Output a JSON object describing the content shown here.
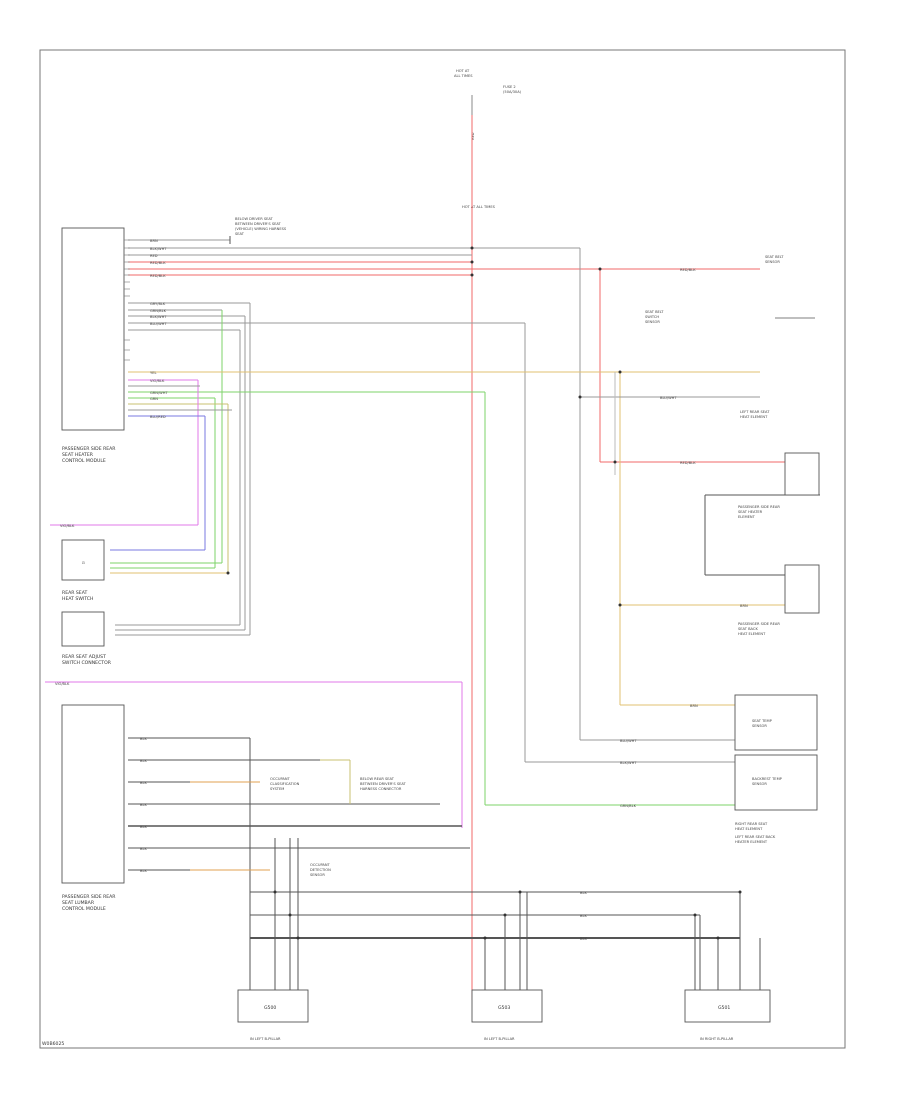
{
  "diagram": {
    "corner_code": "W0B6025",
    "feed": {
      "top_label": [
        "HOT AT",
        "ALL TIMES"
      ],
      "fuse_label": [
        "FUSE 2",
        "(50A/30A)"
      ],
      "wire_code": "RED",
      "mid_label": "HOT AT ALL TIMES"
    },
    "top_splice_note": [
      "BELOW DRIVER SEAT",
      "BETWEEN DRIVER'S SEAT",
      "(VEHICLE) WIRING HARNESS",
      "SEAT"
    ],
    "modules": {
      "passenger_seat_module": [
        "PASSENGER SIDE REAR",
        "SEAT HEATER",
        "CONTROL MODULE"
      ],
      "rear_seat_switch": [
        "REAR SEAT",
        "HEAT SWITCH"
      ],
      "rear_switch_adjust": [
        "REAR SEAT ADJUST",
        "SWITCH CONNECTOR"
      ],
      "driver_seat_module": [
        "PASSENGER SIDE REAR",
        "SEAT LUMBAR",
        "CONTROL MODULE"
      ],
      "right_sensor": [
        "SEAT BELT",
        "SENSOR"
      ],
      "seat_belt_switch": [
        "SEAT BELT",
        "SWITCH",
        "SENSOR"
      ],
      "left_rear_seat": [
        "LEFT REAR SEAT",
        "HEAT ELEMENT"
      ],
      "pass_rear_heat_1": [
        "PASSENGER SIDE REAR",
        "SEAT HEATER",
        "ELEMENT"
      ],
      "pass_rear_heat_2": [
        "PASSENGER SIDE REAR",
        "SEAT BACK",
        "HEAT ELEMENT"
      ],
      "seat_box_1": [
        "SEAT TEMP",
        "SENSOR"
      ],
      "seat_box_2": [
        "BACKREST TEMP",
        "SENSOR"
      ],
      "rear_module_note": [
        "RIGHT REAR SEAT",
        "HEAT ELEMENT",
        "LEFT REAR SEAT BACK",
        "HEATER ELEMENT"
      ],
      "seat_occ": [
        "OCCUPANT",
        "CLASSIFICATION",
        "SYSTEM"
      ],
      "seat_occ2": [
        "OCCUPANT",
        "DETECTION",
        "SENSOR"
      ],
      "below_seat_2": [
        "BELOW REAR SEAT",
        "BETWEEN DRIVER'S SEAT",
        "HARNESS CONNECTOR"
      ],
      "ground_1": "G500",
      "ground_2": "G503",
      "ground_3": "G501",
      "ground_1_note": "IN LEFT B-PILLAR",
      "ground_2_note": "IN LEFT B-PILLAR",
      "ground_3_note": "IN RIGHT B-PILLAR"
    },
    "wire_labels": {
      "brn": "BRN",
      "blk": "BLK",
      "red": "RED",
      "red_blk": "RED/BLK",
      "blu_wht": "BLU/WHT",
      "grn_blk": "GRN/BLK",
      "blk_wht": "BLK/WHT",
      "grn_wht": "GRN/WHT",
      "blu_red": "BLU/RED",
      "gry_blk": "GRY/BLK",
      "vio_blk": "VIO/BLK",
      "grn": "GRN",
      "yel": "YEL"
    }
  },
  "colors": {
    "red": "#f06a6a",
    "green": "#7ed36a",
    "yellow": "#e0c070",
    "magenta": "#e07ae8",
    "blue": "#7a78e0",
    "gray": "#8a8a8a"
  }
}
